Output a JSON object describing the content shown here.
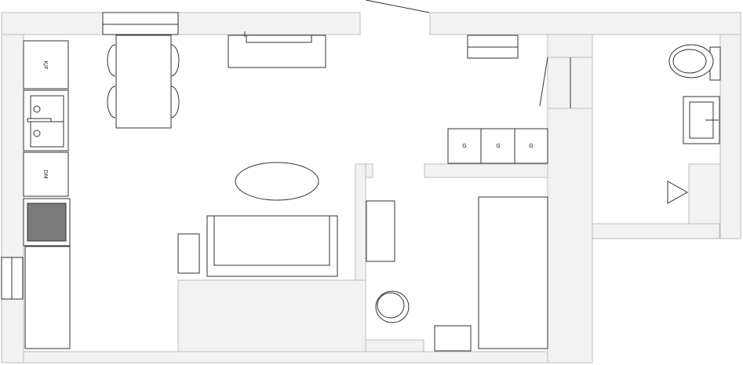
{
  "labels": {
    "fridge": "K/F",
    "dishwasher": "DM",
    "wardrobe_1": "G",
    "wardrobe_2": "G",
    "wardrobe_3": "G"
  },
  "colors": {
    "wall_fill": "#f2f2f2",
    "wall_stroke": "#bdbdbd",
    "line": "#333333",
    "stove_top": "#7a7a7a",
    "background": "#ffffff"
  }
}
